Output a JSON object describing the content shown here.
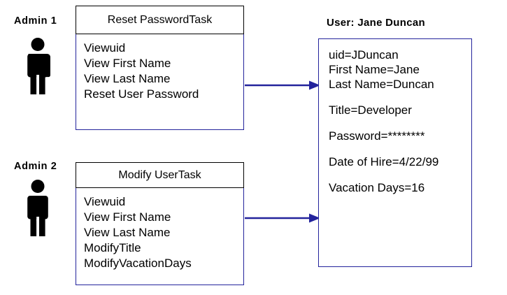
{
  "colors": {
    "box_border_blue": "#23239c",
    "header_border_black": "#000000",
    "arrow": "#23239c",
    "text": "#000000",
    "background": "#ffffff"
  },
  "actors": [
    {
      "label": "Admin 1",
      "icon": "person-icon"
    },
    {
      "label": "Admin 2",
      "icon": "person-icon"
    }
  ],
  "tasks": [
    {
      "title": "Reset PasswordTask",
      "items": [
        "Viewuid",
        "View First Name",
        "View Last Name",
        "Reset  User  Password"
      ]
    },
    {
      "title": "Modify UserTask",
      "items": [
        "Viewuid",
        "View First Name",
        "View Last Name",
        "ModifyTitle",
        "ModifyVacationDays"
      ]
    }
  ],
  "user": {
    "title": "User: Jane Duncan",
    "group1": [
      "uid=JDuncan",
      "First Name=Jane",
      "Last Name=Duncan"
    ],
    "group2": [
      "Title=Developer"
    ],
    "group3": [
      "Password=********"
    ],
    "group4": [
      "Date of Hire=4/22/99"
    ],
    "group5": [
      "Vacation Days=16"
    ]
  },
  "arrows": [
    {
      "name": "arrow-reset-password-to-user"
    },
    {
      "name": "arrow-modify-user-to-user"
    }
  ]
}
